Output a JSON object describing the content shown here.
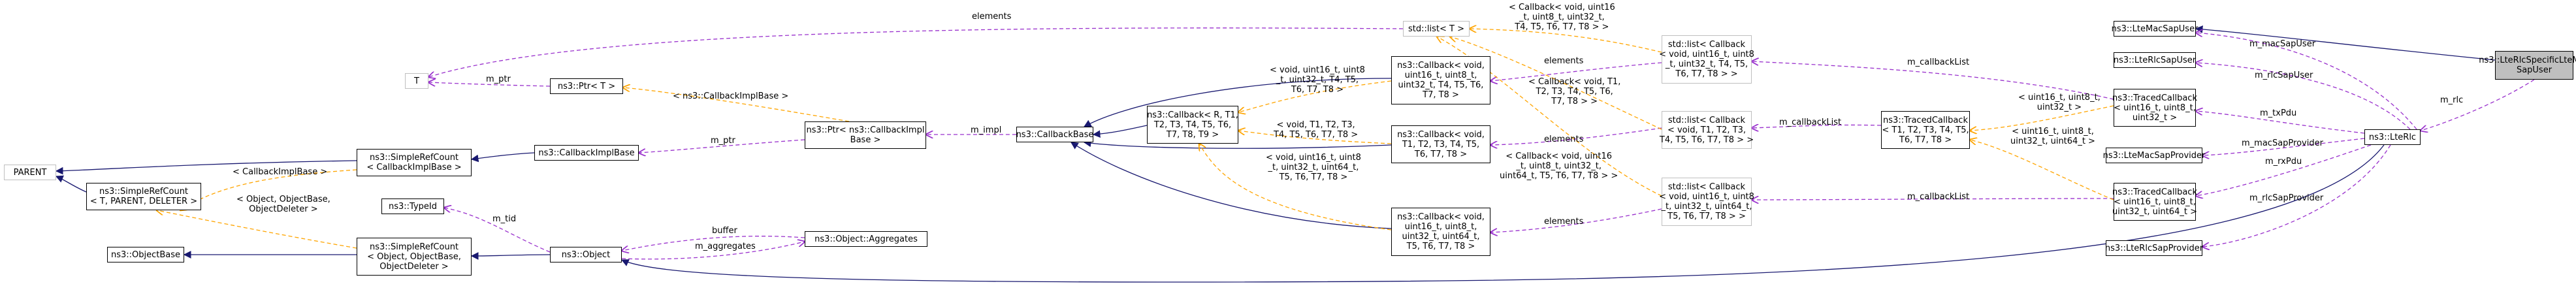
{
  "colors": {
    "inheritance": "#191970",
    "usage": "#9a32cd",
    "template": "#ffa500",
    "grey_border": "#bfbfbf",
    "highlight": "#bfbfbf"
  },
  "nodes": {
    "lte_rlc_specific_lte_mac_sap_user": [
      "ns3::LteRlcSpecificLteMac",
      "SapUser"
    ],
    "lte_rlc": [
      "ns3::LteRlc"
    ],
    "lte_mac_sap_user": [
      "ns3::LteMacSapUser"
    ],
    "lte_rlc_sap_user": [
      "ns3::LteRlcSapUser"
    ],
    "traced_callback_3": [
      "ns3::TracedCallback",
      "< uint16_t, uint8_t,",
      "uint32_t >"
    ],
    "lte_mac_sap_provider": [
      "ns3::LteMacSapProvider"
    ],
    "traced_callback_4": [
      "ns3::TracedCallback",
      "< uint16_t, uint8_t,",
      "uint32_t, uint64_t >"
    ],
    "lte_rlc_sap_provider": [
      "ns3::LteRlcSapProvider"
    ],
    "traced_callback_generic": [
      "ns3::TracedCallback",
      "< T1, T2, T3, T4, T5,",
      "T6, T7, T8 >"
    ],
    "list_callback_3": [
      "std::list< Callback",
      "< void, uint16_t, uint8",
      "_t, uint32_t, T4, T5,",
      "T6, T7, T8 > >"
    ],
    "list_callback_generic": [
      "std::list< Callback",
      "< void, T1, T2, T3,",
      "T4, T5, T6, T7, T8 > >"
    ],
    "list_callback_4": [
      "std::list< Callback",
      "< void, uint16_t, uint8",
      "_t, uint32_t, uint64_t,",
      "T5, T6, T7, T8 > >"
    ],
    "list_t": [
      "std::list< T >"
    ],
    "t": [
      "T"
    ],
    "ptr_t": [
      "ns3::Ptr< T >"
    ],
    "callback_3": [
      "ns3::Callback< void,",
      "uint16_t, uint8_t,",
      "uint32_t, T4, T5, T6,",
      "T7, T8 >"
    ],
    "callback_generic": [
      "ns3::Callback< R, T1,",
      "T2, T3, T4, T5, T6,",
      "T7, T8, T9 >"
    ],
    "callback_void": [
      "ns3::Callback< void,",
      "T1, T2, T3, T4, T5,",
      "T6, T7, T8 >"
    ],
    "callback_4": [
      "ns3::Callback< void,",
      "uint16_t, uint8_t,",
      "uint32_t, uint64_t,",
      "T5, T6, T7, T8 >"
    ],
    "callback_base": [
      "ns3::CallbackBase"
    ],
    "ptr_callback_impl_base": [
      "ns3::Ptr< ns3::CallbackImpl",
      "Base >"
    ],
    "callback_impl_base": [
      "ns3::CallbackImplBase"
    ],
    "simple_ref_count_cib": [
      "ns3::SimpleRefCount",
      "< CallbackImplBase >"
    ],
    "parent": [
      "PARENT"
    ],
    "simple_ref_count_generic": [
      "ns3::SimpleRefCount",
      "< T, PARENT, DELETER >"
    ],
    "object_base": [
      "ns3::ObjectBase"
    ],
    "type_id": [
      "ns3::TypeId"
    ],
    "simple_ref_count_obj": [
      "ns3::SimpleRefCount",
      "< Object, ObjectBase,",
      "ObjectDeleter >"
    ],
    "object": [
      "ns3::Object"
    ],
    "aggregates": [
      "ns3::Object::Aggregates"
    ]
  },
  "edge_labels": {
    "m_rlc": [
      "m_rlc"
    ],
    "m_macSapUser": [
      "m_macSapUser"
    ],
    "m_rlcSapUser": [
      "m_rlcSapUser"
    ],
    "m_txPdu": [
      "m_txPdu"
    ],
    "m_macSapProvider": [
      "m_macSapProvider"
    ],
    "m_rxPdu": [
      "m_rxPdu"
    ],
    "m_rlcSapProvider": [
      "m_rlcSapProvider"
    ],
    "m_callbackList_top": [
      "m_callbackList"
    ],
    "m_callbackList_mid": [
      "m_callbackList"
    ],
    "m_callbackList_bot": [
      "m_callbackList"
    ],
    "tmpl_uint16_uint32": [
      "< uint16_t, uint8_t,",
      "uint32_t >"
    ],
    "tmpl_uint16_uint64": [
      "< uint16_t, uint8_t,",
      "uint32_t, uint64_t >"
    ],
    "tmpl_list_top": [
      "< Callback< void, uint16",
      "_t, uint8_t, uint32_t,",
      "T4, T5, T6, T7, T8 > >"
    ],
    "elements_top": [
      "elements"
    ],
    "elements_a": [
      "elements"
    ],
    "elements_b": [
      "elements"
    ],
    "elements_c": [
      "elements"
    ],
    "tmpl_list_mid": [
      "< Callback< void, T1,",
      "T2, T3, T4, T5, T6,",
      "T7, T8 > >"
    ],
    "tmpl_list_bot": [
      "< Callback< void, uint16",
      "_t, uint8_t, uint32_t,",
      "uint64_t, T5, T6, T7, T8 > >"
    ],
    "tmpl_cb3": [
      "< void, uint16_t, uint8",
      "_t, uint32_t, T4, T5,",
      "T6, T7, T8 >"
    ],
    "tmpl_cbvoid": [
      "< void, T1, T2, T3,",
      "T4, T5, T6, T7, T8 >"
    ],
    "tmpl_cb4": [
      "< void, uint16_t, uint8",
      "_t, uint32_t, uint64_t,",
      "T5, T6, T7, T8 >"
    ],
    "m_impl": [
      "m_impl"
    ],
    "m_ptr_cib": [
      "m_ptr"
    ],
    "tmpl_cib": [
      "< ns3::CallbackImplBase >"
    ],
    "m_ptr_t": [
      "m_ptr"
    ],
    "tmpl_src_cib": [
      "< CallbackImplBase >"
    ],
    "tmpl_src_obj": [
      "< Object, ObjectBase,",
      "ObjectDeleter >"
    ],
    "m_tid": [
      "m_tid"
    ],
    "buffer": [
      "buffer"
    ],
    "m_aggregates": [
      "m_aggregates"
    ]
  }
}
